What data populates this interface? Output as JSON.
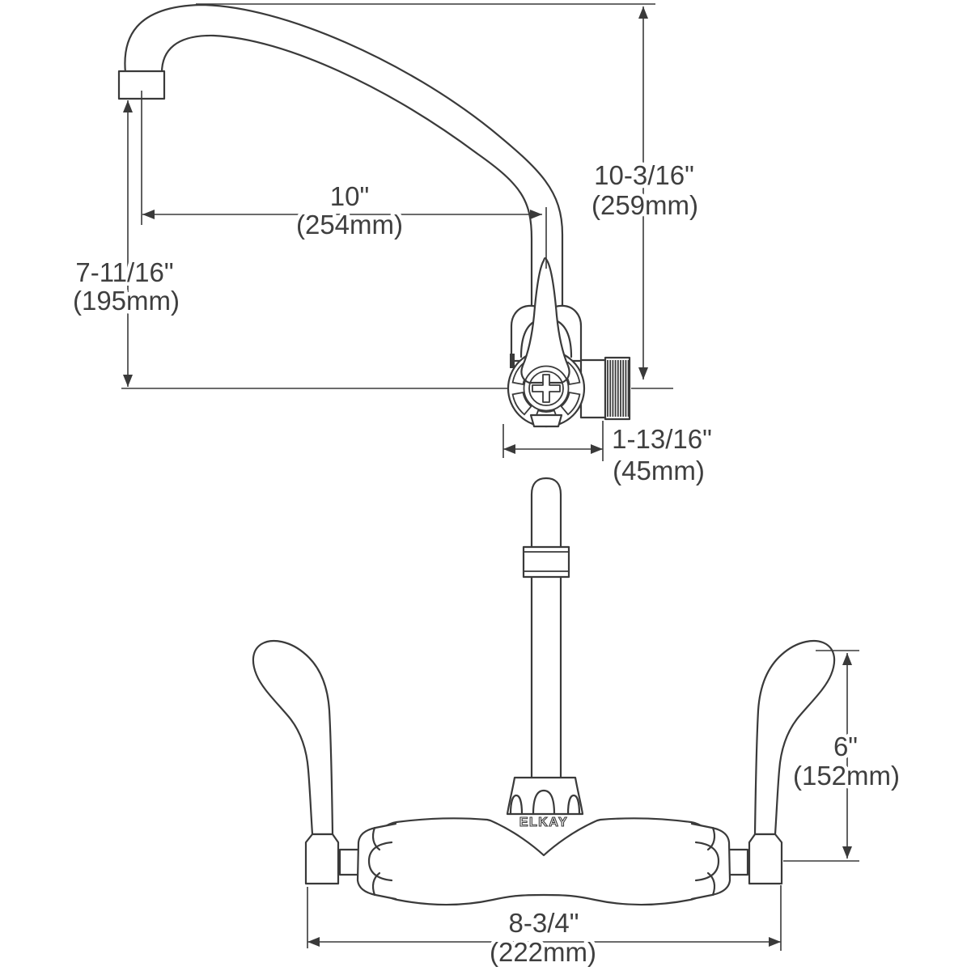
{
  "drawing": {
    "brand": "ELKAY",
    "colors": {
      "line": "#3a3a3a",
      "text": "#3f3f3f",
      "background": "#ffffff"
    },
    "dimensions": {
      "spout_reach": {
        "label_in": "10\"",
        "label_mm": "(254mm)"
      },
      "spout_height": {
        "label_in": "10-3/16\"",
        "label_mm": "(259mm)"
      },
      "outlet_height": {
        "label_in": "7-11/16\"",
        "label_mm": "(195mm)"
      },
      "valve_body_width": {
        "label_in": "1-13/16\"",
        "label_mm": "(45mm)"
      },
      "handle_height": {
        "label_in": "6\"",
        "label_mm": "(152mm)"
      },
      "overall_width": {
        "label_in": "8-3/4\"",
        "label_mm": "(222mm)"
      }
    }
  }
}
